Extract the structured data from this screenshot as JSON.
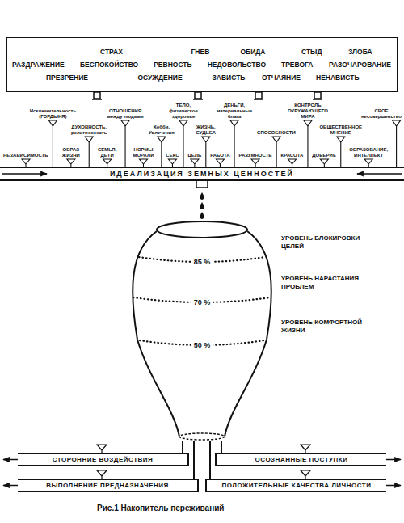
{
  "diagram": {
    "caption": "Рис.1 Накопитель переживаний",
    "nodes": [
      {
        "text": [
          "СТРАХ",
          "ГНЕВ",
          "ОБИДА",
          "СТЫД",
          "ЗЛОБА",
          "РАЗДРАЖЕНИЕ",
          "БЕСПОКОЙСТВО",
          "РЕВНОСТЬ",
          "НЕДОВОЛЬСТВО",
          "ТРЕВОГА",
          "РАЗОЧАРОВАНИЕ",
          "ПРЕЗРЕНИЕ",
          "ОСУЖДЕНИЕ",
          "ЗАВИСТЬ",
          "ОТЧАЯНИЕ",
          "НЕНАВИСТЬ"
        ]
      },
      {
        "text": [
          "ИДЕАЛИЗАЦИЯ ЗЕМНЫХ ЦЕННОСТЕЙ"
        ]
      },
      {
        "text": [
          "85 %",
          "70 %",
          "50 %"
        ]
      },
      {
        "text": [
          "СТОРОННИЕ ВОЗДЕЙСТВИЯ"
        ]
      },
      {
        "text": [
          "ОСОЗНАННЫЕ ПОСТУПКИ"
        ]
      },
      {
        "text": [
          "ВЫПОЛНЕНИЕ ПРЕДНАЗНАЧЕНИЯ"
        ]
      },
      {
        "text": [
          "ПОЛОЖИТЕЛЬНЫЕ КАЧЕСТВА ЛИЧНОСТИ"
        ]
      }
    ],
    "edges": [
      {
        "from": 2,
        "to": 3,
        "arrow": "none"
      },
      {
        "from": 2,
        "to": 4,
        "arrow": "none"
      },
      {
        "from": 2,
        "to": 5,
        "arrow": "none"
      },
      {
        "from": 2,
        "to": 6,
        "arrow": "none"
      }
    ],
    "labels": [
      "Исключительность (ГОРДЫНЯ)",
      "ДУХОВНОСТЬ, религиозность",
      "ОТНОШЕНИЯ между людьми",
      "Хобби, Увлечения",
      "ТЕЛО, физическое здоровье",
      "ЖИЗНЬ, СУДЬБА",
      "ДЕНЬГИ, материальные блага",
      "СПОСОБНОСТИ",
      "КОНТРОЛЬ ОКРУЖАЮЩЕГО МИРА",
      "ОБЩЕСТВЕННОЕ МНЕНИЕ",
      "СВОЕ несовершенство",
      "НЕЗАВИСИМОСТЬ",
      "ОБРАЗ ЖИЗНИ",
      "СЕМЬЯ, ДЕТИ",
      "НОРМЫ МОРАЛИ",
      "СЕКС",
      "ЦЕЛЬ",
      "РАБОТА",
      "РАЗУМНОСТЬ",
      "КРАСОТА",
      "ДОВЕРИЕ",
      "ОБРАЗОВАНИЕ, ИНТЕЛЛЕКТ",
      "УРОВЕНЬ БЛОКИРОВКИ ЦЕЛЕЙ",
      "УРОВЕНЬ НАРАСТАНИЯ ПРОБЛЕМ",
      "УРОВЕНЬ КОМФОРТНОЙ ЖИЗНИ"
    ]
  }
}
